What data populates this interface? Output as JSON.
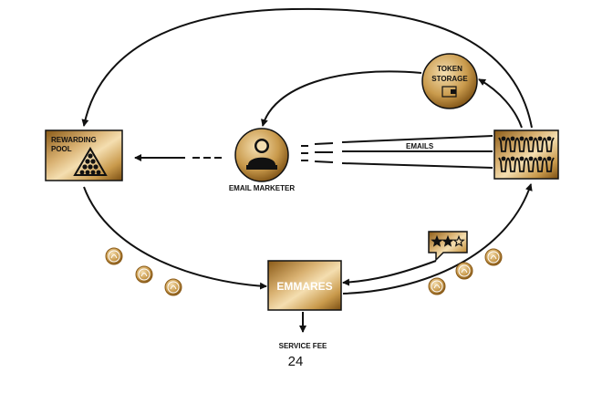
{
  "labels": {
    "rewarding_pool_line1": "REWARDING",
    "rewarding_pool_line2": "POOL",
    "token_storage_line1": "TOKEN",
    "token_storage_line2": "STORAGE",
    "email_marketer": "EMAIL MARKETER",
    "emails": "EMAILS",
    "emmares": "EMMARES",
    "service_fee": "SERVICE FEE"
  },
  "page_number": "24",
  "colors": {
    "gold_dark": "#8a5a17",
    "gold_mid": "#c99a4c",
    "gold_light": "#f4deb0",
    "ink": "#111111"
  },
  "rating": {
    "filled_stars": 2,
    "total_stars": 3
  },
  "icons": [
    "billiard-rack-icon",
    "wallet-icon",
    "user-at-desk-icon",
    "people-group-icon",
    "star-rating-icon",
    "coin-icon"
  ]
}
